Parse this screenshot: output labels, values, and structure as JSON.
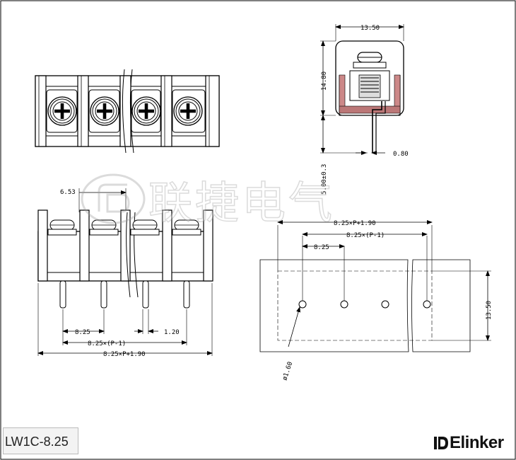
{
  "part_number": "LW1C-8.25",
  "brand": {
    "name": "Elinker"
  },
  "watermark": {
    "text": "联捷电气"
  },
  "top_view": {
    "screw_icon": "cross-screw-icon",
    "positions": 4
  },
  "side_view": {
    "dims": {
      "width": "13.50",
      "height": "14.80",
      "pin": "0.80",
      "pin_len": "5.00±0.3"
    }
  },
  "front_view": {
    "dims": {
      "offset": "6.53",
      "pitch": "8.25",
      "span": "8.25×(P-1)",
      "total": "8.25×P+1.90",
      "pin": "1.20"
    }
  },
  "pcb_layout": {
    "dims": {
      "total": "8.25×P+1.90",
      "span": "8.25×(P-1)",
      "pitch": "8.25",
      "depth": "13.50",
      "hole": "ø1.60"
    }
  }
}
